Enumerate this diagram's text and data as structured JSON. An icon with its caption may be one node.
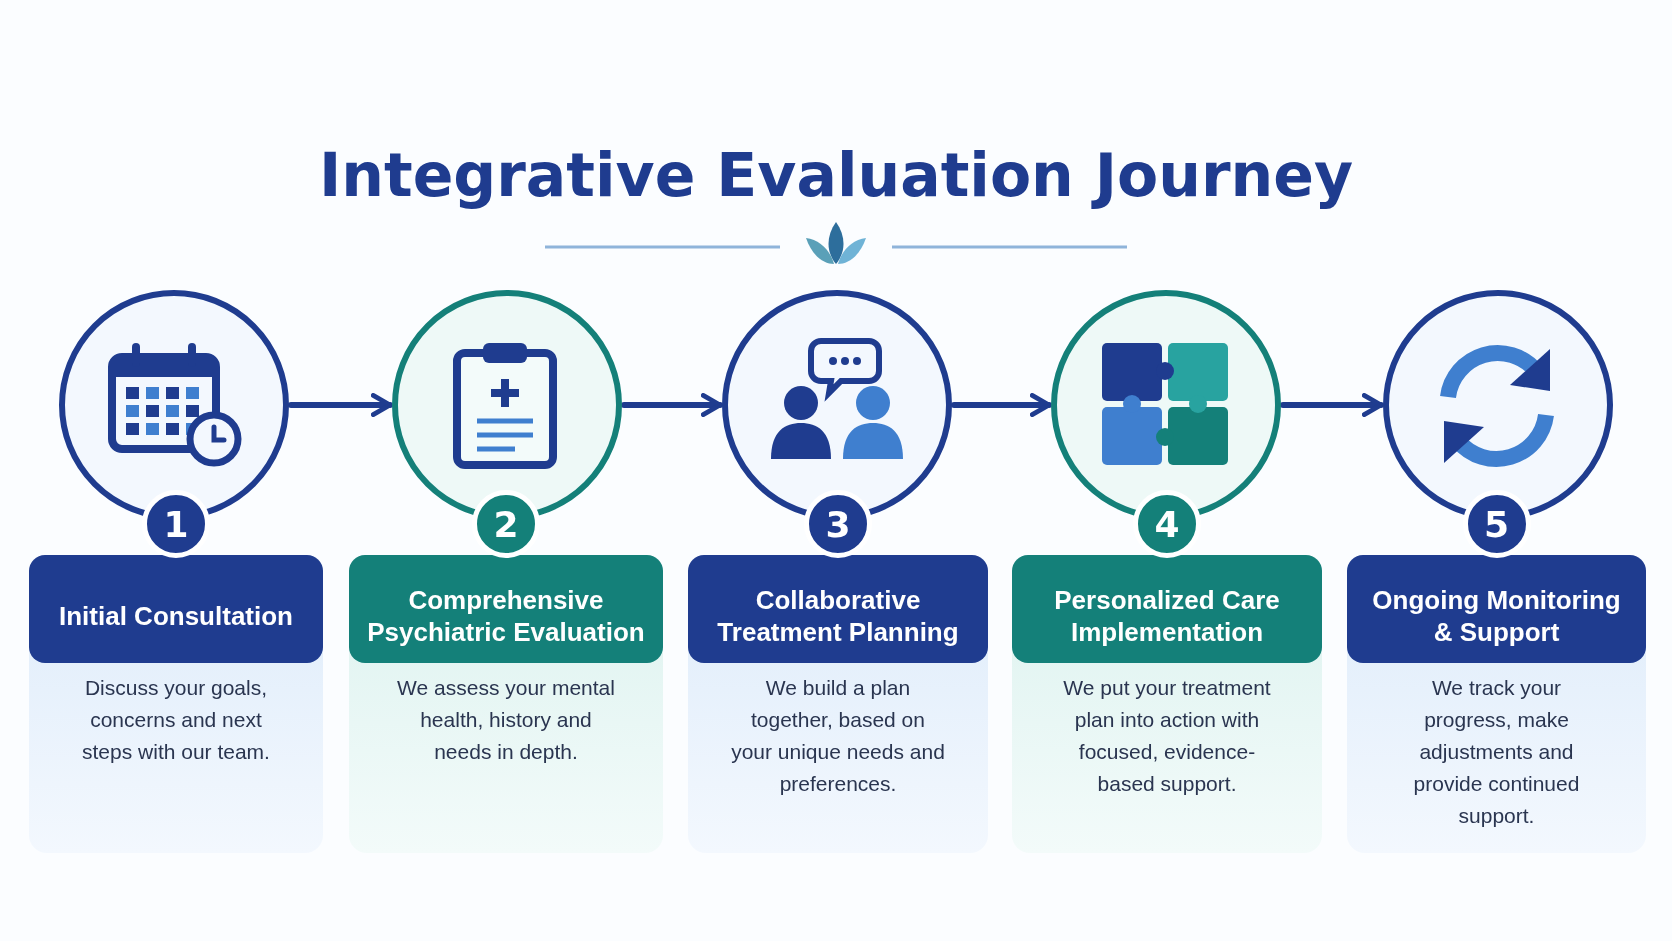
{
  "diagram": {
    "title": "Integrative Evaluation Journey",
    "nodes": [
      {
        "text": [],
        "shape": "circle"
      },
      {
        "text": [],
        "shape": "circle"
      },
      {
        "text": [],
        "shape": "circle"
      },
      {
        "text": [],
        "shape": "circle"
      },
      {
        "text": [],
        "shape": "circle"
      },
      {
        "text": [
          "1",
          "Initial Consultation",
          "Discuss your goals, concerns and next steps with our team."
        ]
      },
      {
        "text": [
          "2",
          "Comprehensive Psychiatric Evaluation",
          "We assess your mental health, history and needs in depth."
        ]
      },
      {
        "text": [
          "3",
          "Collaborative Treatment Planning",
          "We build a plan together, based on your unique needs and preferences."
        ]
      },
      {
        "text": [
          "4",
          "Personalized Care Implementation",
          "We put your treatment plan into action with focused, evidence-based support."
        ]
      },
      {
        "text": [
          "5",
          "Ongoing Monitoring & Support",
          "We track your progress, make adjustments and provide continued support."
        ]
      }
    ],
    "edges": [
      {
        "from": 0,
        "to": 1,
        "arrow": "to"
      },
      {
        "from": 1,
        "to": 2,
        "arrow": "to"
      },
      {
        "from": 2,
        "to": 3,
        "arrow": "to"
      },
      {
        "from": 3,
        "to": 4,
        "arrow": "to"
      }
    ]
  }
}
